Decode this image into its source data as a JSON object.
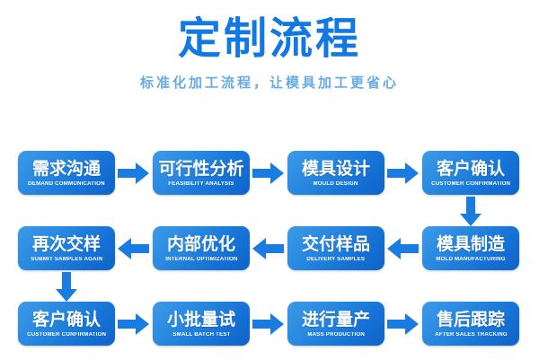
{
  "header": {
    "title": "定制流程",
    "subtitle": "标准化加工流程，让模具加工更省心",
    "title_color": "#1278e3",
    "subtitle_color": "#66aae6"
  },
  "theme": {
    "box_gradient_start": "#3d9ae8",
    "box_gradient_end": "#0f63c8",
    "arrow_color": "#1a7ce0",
    "background": "#ffffff"
  },
  "flow": {
    "rows": [
      {
        "direction": "left-to-right",
        "steps": [
          {
            "cn": "需求沟通",
            "en": "DEMAND COMMUNICATION"
          },
          {
            "cn": "可行性分析",
            "en": "FEASIBILITY ANALYSIS"
          },
          {
            "cn": "模具设计",
            "en": "MOULD DESIGN"
          },
          {
            "cn": "客户确认",
            "en": "CUSTOMER CONFIRMATION"
          }
        ]
      },
      {
        "direction": "right-to-left",
        "steps": [
          {
            "cn": "再次交样",
            "en": "SUBMIT SAMPLES AGAIN"
          },
          {
            "cn": "内部优化",
            "en": "INTERNAL OPTIMIZATION"
          },
          {
            "cn": "交付样品",
            "en": "DELIVERY SAMPLES"
          },
          {
            "cn": "模具制造",
            "en": "MOLD MANUFACTURING"
          }
        ]
      },
      {
        "direction": "left-to-right",
        "steps": [
          {
            "cn": "客户确认",
            "en": "CUSTOMER CONFIRMATION"
          },
          {
            "cn": "小批量试",
            "en": "SMALL BATCH TEST"
          },
          {
            "cn": "进行量产",
            "en": "MASS PRODUCTION"
          },
          {
            "cn": "售后跟踪",
            "en": "AFTER SALES TRACKING"
          }
        ]
      }
    ],
    "connectors": {
      "row1_to_row2": "arrow-down-right-column",
      "row2_to_row3": "arrow-down-left-column"
    }
  }
}
